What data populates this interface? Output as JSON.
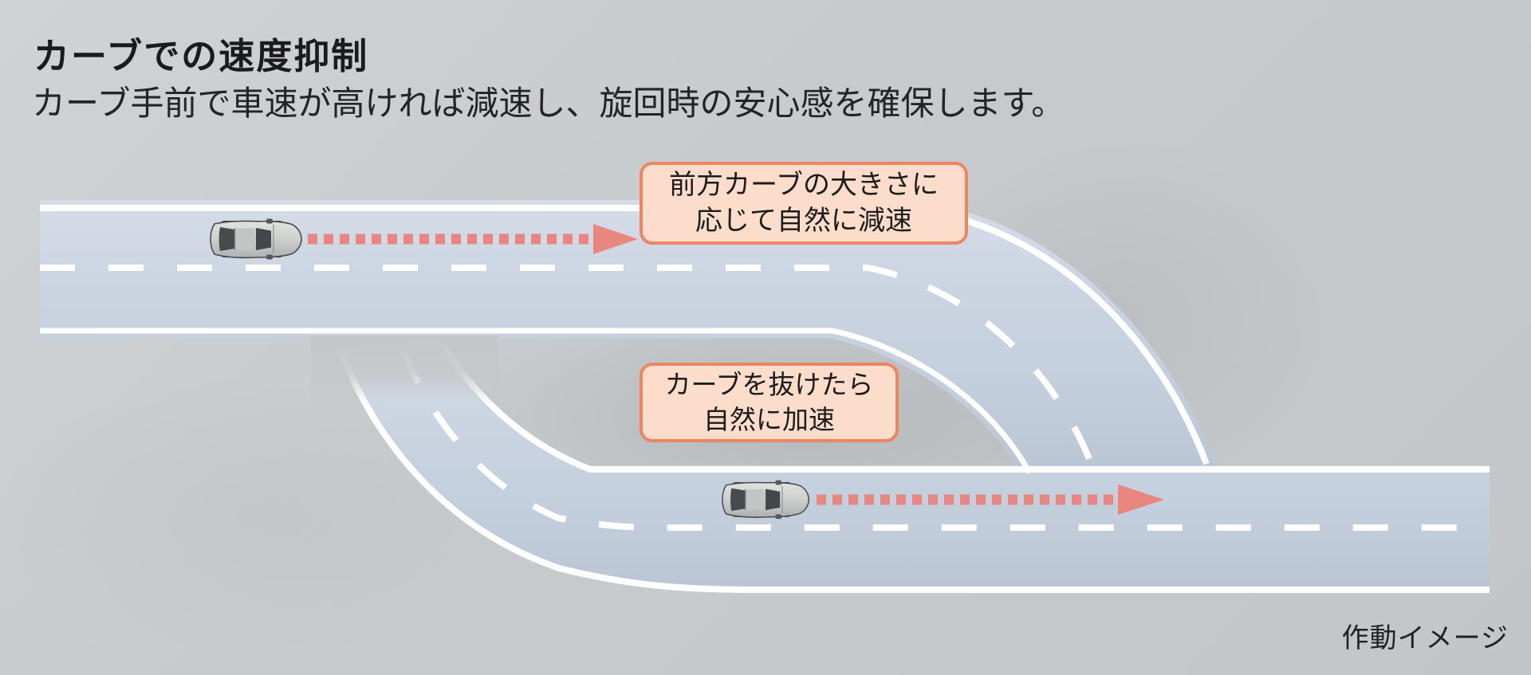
{
  "header": {
    "title": "カーブでの速度抑制",
    "subtitle": "カーブ手前で車速が高ければ減速し、旋回時の安心感を確保します。"
  },
  "diagram": {
    "callout_decelerate": {
      "line1": "前方カーブの大きさに",
      "line2": "応じて自然に減速"
    },
    "callout_accelerate": {
      "line1": "カーブを抜けたら",
      "line2": "自然に加速"
    },
    "caption": "作動イメージ",
    "icons": {
      "top_car": "car-top-view",
      "bottom_car": "car-top-view",
      "arrow": "dashed-arrow-right"
    },
    "colors": {
      "background": "#c7cacc",
      "road": "#c5d0de",
      "lane_line": "#ffffff",
      "arrow": "#e8877f",
      "callout_fill": "#fcdcca",
      "callout_border": "#ee8562",
      "text": "#1b1b1b"
    }
  }
}
